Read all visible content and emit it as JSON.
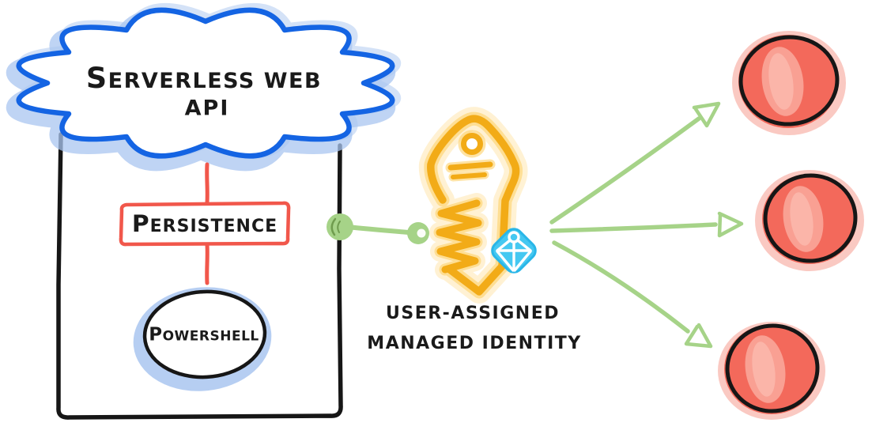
{
  "diagram": {
    "cloud": {
      "line1": "SERVERLESS WEB",
      "line2": "API"
    },
    "persistence_label": "PERSISTENCE",
    "powershell_label": "POWERSHELL",
    "identity": {
      "line1": "USER-ASSIGNED",
      "line2": "MANAGED IDENTITY"
    }
  },
  "icons": {
    "cloud_icon": "cloud",
    "key_icon": "key",
    "identity_badge_icon": "azure-ad-diamond",
    "connector_icon": "green-dot-link",
    "arrow_icon": "green-sketch-arrow",
    "resource_icon": "red-circle"
  },
  "colors": {
    "cloud_blue": "#1464e3",
    "cloud_halo": "#a9c6f0",
    "outline_black": "#161616",
    "persistence_red": "#f1574b",
    "connector_green": "#a6d388",
    "key_yellow": "#f2ab17",
    "key_halo": "#fed26a",
    "key_halo_outer": "#ffe2a0",
    "identity_cyan": "#45c8f1",
    "resource_red": "#f3695b",
    "resource_light": "#f9a093",
    "text_black": "#1a1a1a"
  }
}
